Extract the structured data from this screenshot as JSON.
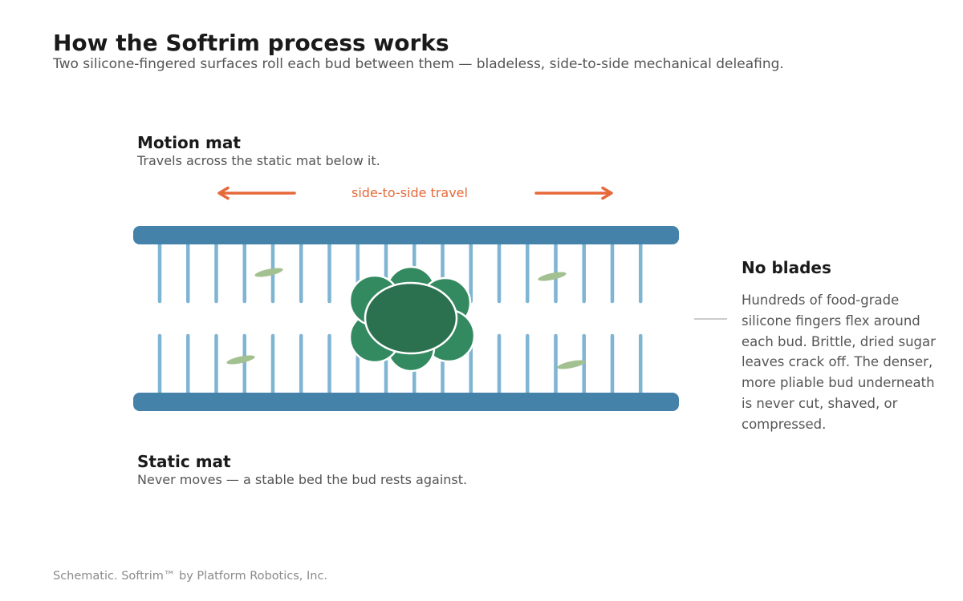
{
  "header": {
    "title": "How the Softrim process works",
    "subtitle": "Two silicone-fingered surfaces roll each bud between them — bladeless, side-to-side mechanical deleafing."
  },
  "motion_mat": {
    "title": "Motion mat",
    "description": "Travels across the static mat below it."
  },
  "travel": {
    "label": "side-to-side travel"
  },
  "static_mat": {
    "title": "Static mat",
    "description": "Never moves — a stable bed the bud rests against."
  },
  "callout": {
    "title": "No blades",
    "body": "Hundreds of food-grade silicone fingers flex around each bud. Brittle, dried sugar leaves crack off. The denser, more pliable bud underneath is never cut, shaved, or compressed."
  },
  "footer": {
    "credit": "Schematic. Softrim™ by Platform Robotics, Inc."
  },
  "colors": {
    "mat": "#4482aa",
    "finger": "#7fb4d2",
    "arrow": "#e5693a",
    "bud_petal": "#348a60",
    "bud_core": "#2b7150",
    "leaf": "#a3c190",
    "connector": "#cccccc"
  },
  "diagram": {
    "finger_count": 18
  }
}
